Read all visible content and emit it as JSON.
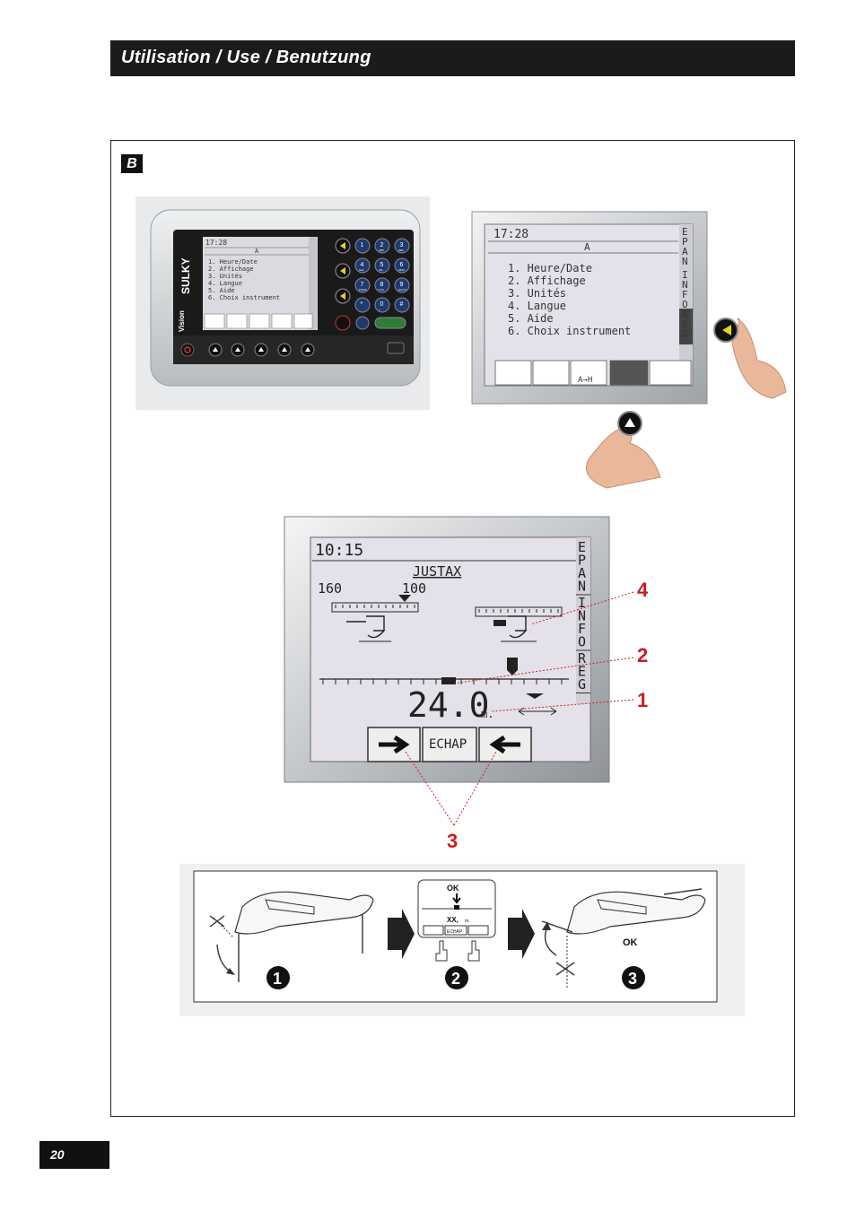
{
  "header": {
    "title": "Utilisation  /  Use  /  Benutzung"
  },
  "section": {
    "badge": "B"
  },
  "page": {
    "number": "20"
  },
  "terminal": {
    "brand": "SULKY",
    "model": "Vision",
    "time": "17:28",
    "title": "A",
    "menu": [
      "1. Heure/Date",
      "2. Affichage",
      "3. Unités",
      "4. Langue",
      "5. Aide",
      "6. Choix instrument"
    ],
    "side_tabs": [
      "EPAN",
      "INFO",
      "REG"
    ],
    "keypad": [
      [
        "1",
        "2",
        "3"
      ],
      [
        "4",
        "5",
        "6"
      ],
      [
        "7",
        "8",
        "9"
      ],
      [
        "*",
        "0",
        "#"
      ]
    ],
    "keypad_sub": [
      [
        "",
        "ABC",
        "DEF"
      ],
      [
        "GHI",
        "JKL",
        "MNO"
      ],
      [
        "PQRS",
        "TUV",
        "WXYZ"
      ],
      [
        "",
        "+",
        ""
      ]
    ]
  },
  "zoom_screen": {
    "time": "17:28",
    "title": "A",
    "menu": [
      "1. Heure/Date",
      "2. Affichage",
      "3. Unités",
      "4. Langue",
      "5. Aide",
      "6. Choix instrument"
    ],
    "side_tabs": [
      "EPAN",
      "INFO",
      "REG"
    ],
    "bottom_key_label": "A→H"
  },
  "main_screen": {
    "time": "10:15",
    "title": "JUSTAX",
    "value_left": "160",
    "value_mid": "100",
    "distance": "24.0",
    "unit": "m.",
    "side_tabs": [
      "EPAN",
      "INFO",
      "REG"
    ],
    "softkey_middle": "ECHAP"
  },
  "callouts": {
    "c1": "1",
    "c2": "2",
    "c3": "3",
    "c4": "4"
  },
  "procedure": {
    "mini_ok": "OK",
    "mini_value": "XX,",
    "mini_unit": "m.",
    "mini_echap": "ECHAP",
    "step3_ok": "OK",
    "steps": [
      "1",
      "2",
      "3"
    ]
  },
  "colors": {
    "header_bg": "#1b1b1b",
    "callout": "#c81e1e",
    "lcd_bg": "#e4e1ea",
    "bezel": "#c9cbcd"
  }
}
